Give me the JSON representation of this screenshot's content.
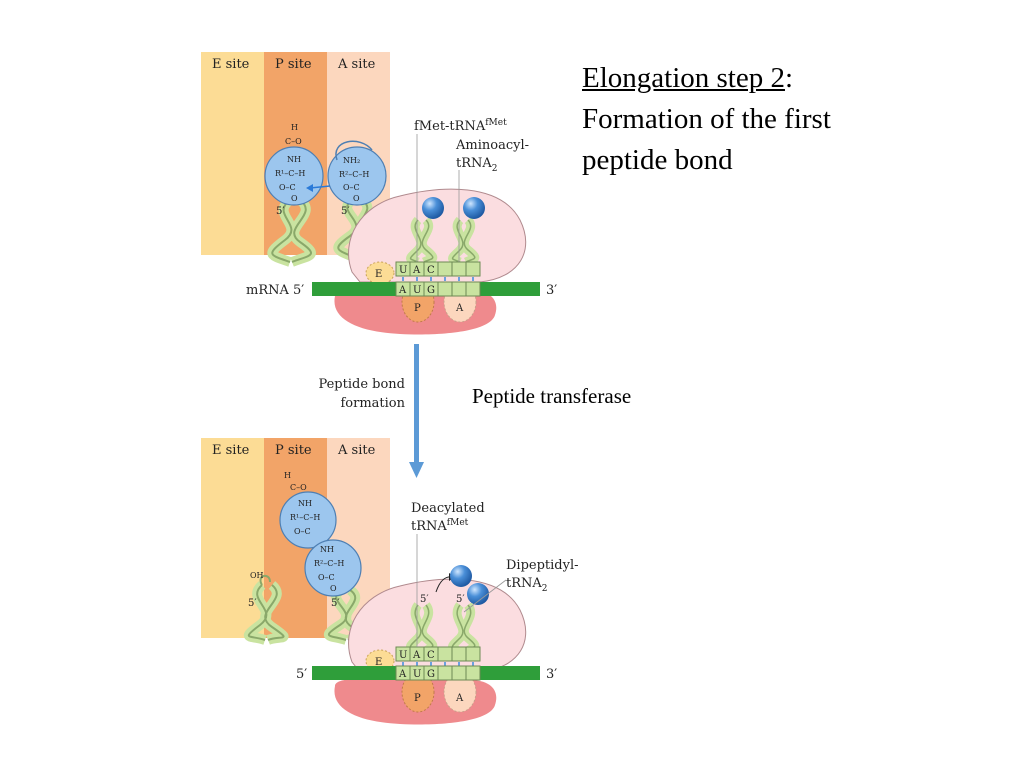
{
  "title": {
    "line1_underlined": "Elongation step 2",
    "line1_rest": ":",
    "line2": "Formation of the first",
    "line3": "peptide bond"
  },
  "enzyme_label": "Peptide transferase",
  "arrow_label": [
    "Peptide bond",
    "formation"
  ],
  "panel_top": {
    "site_labels": [
      "E site",
      "P site",
      "A site"
    ],
    "trna1_label": "fMet-tRNA",
    "trna1_sup": "fMet",
    "trna2_label": [
      "Aminoacyl-",
      "tRNA"
    ],
    "trna2_sub": "2",
    "mrna_left": "mRNA 5′",
    "mrna_right": "3′",
    "trna_5prime": [
      "5′",
      "5′"
    ],
    "anticodon": [
      "U",
      "A",
      "C"
    ],
    "codon": [
      "A",
      "U",
      "G"
    ],
    "ribosome_sites": [
      "E",
      "P",
      "A"
    ],
    "chem_p": [
      "H",
      "C–O",
      "NH",
      "R¹–C–H",
      "O–C",
      "O"
    ],
    "chem_a": [
      "NH₂",
      "R²–C–H",
      "O–C",
      "O"
    ]
  },
  "panel_bottom": {
    "site_labels": [
      "E site",
      "P site",
      "A site"
    ],
    "trna1_label": [
      "Deacylated",
      "tRNA"
    ],
    "trna1_sup": "fMet",
    "trna2_label": [
      "Dipeptidyl-",
      "tRNA"
    ],
    "trna2_sub": "2",
    "mrna_left": "5′",
    "mrna_right": "3′",
    "oh_label": "OH",
    "trna_5prime": [
      "5′",
      "5′",
      "5′",
      "5′"
    ],
    "anticodon": [
      "U",
      "A",
      "C"
    ],
    "codon": [
      "A",
      "U",
      "G"
    ],
    "ribosome_sites": [
      "E",
      "P",
      "A"
    ],
    "chem_1": [
      "H",
      "C–O",
      "NH",
      "R¹–C–H",
      "O–C"
    ],
    "chem_2": [
      "NH",
      "R²–C–H",
      "O–C",
      "O"
    ]
  },
  "colors": {
    "e_site": "#fcdc95",
    "p_site": "#f2a468",
    "a_site": "#fcd7be",
    "mrna": "#2f9e3a",
    "ribosome_large": "#fbdde0",
    "ribosome_small": "#ef8a8d",
    "trna": "#c9e3a0",
    "amino_acid": "#4a8fd8",
    "molecule_circle": "#9cc6ee",
    "arrow": "#5c9ad6"
  }
}
